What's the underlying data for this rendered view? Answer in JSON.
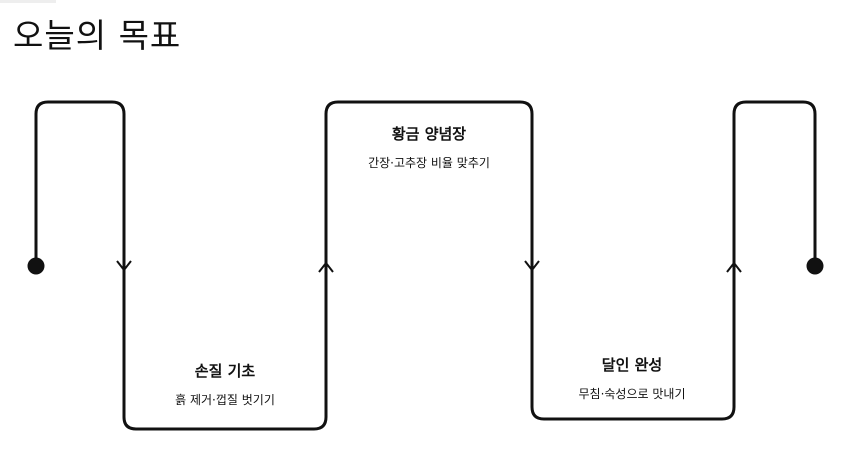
{
  "title": "오늘의 목표",
  "steps": [
    {
      "title": "손질 기초",
      "desc": "흙 제거·껍질 벗기기"
    },
    {
      "title": "황금 양념장",
      "desc": "간장·고추장 비율 맞추기"
    },
    {
      "title": "달인 완성",
      "desc": "무침·숙성으로 맛내기"
    }
  ],
  "colors": {
    "line": "#111111",
    "background": "#ffffff"
  }
}
